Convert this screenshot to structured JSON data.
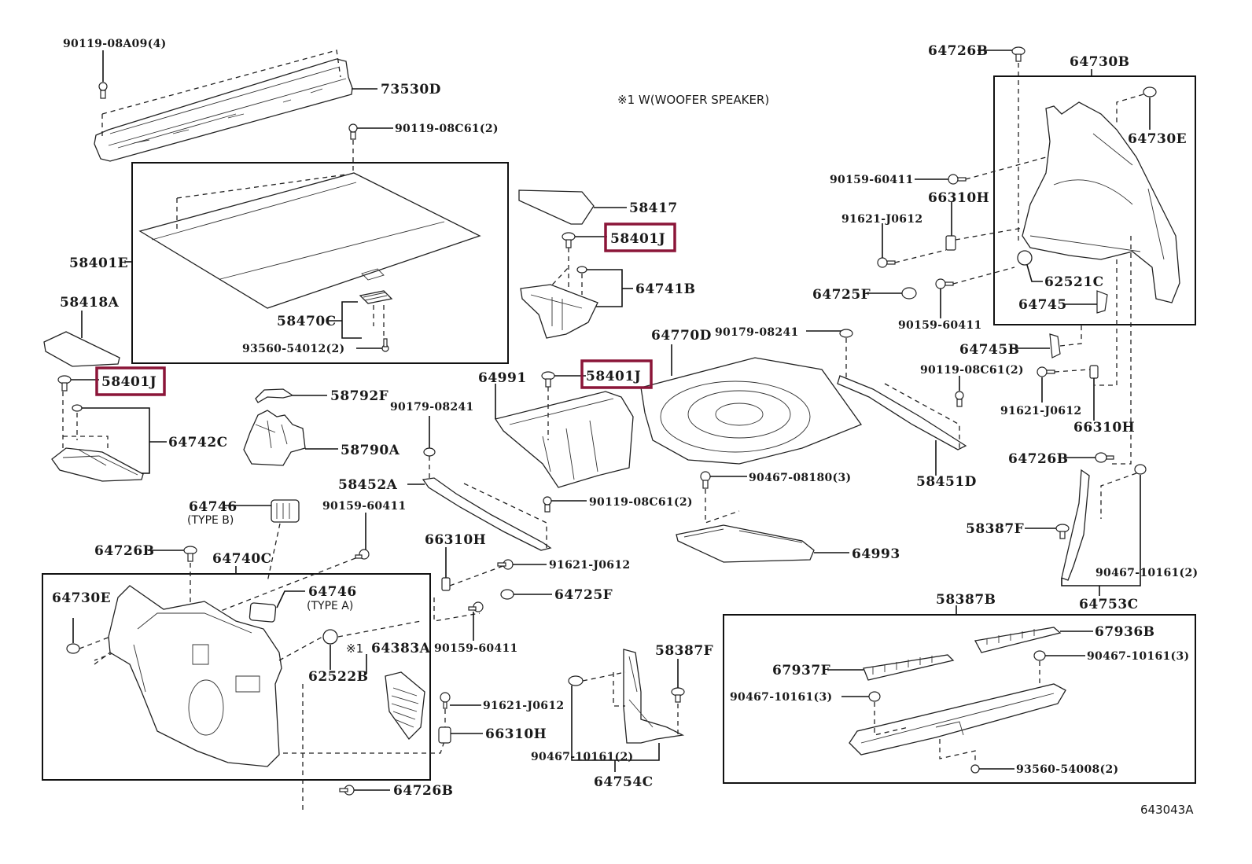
{
  "diagram": {
    "note": "※1 W(WOOFER SPEAKER)",
    "figure_id": "643043A",
    "highlight_color": "#8b1538",
    "labels": {
      "p90119_08A09": "90119-08A09(4)",
      "p73530D": "73530D",
      "p90119_08C61_top": "90119-08C61(2)",
      "p58401E": "58401E",
      "p58418A": "58418A",
      "p58401J_left": "58401J",
      "p58470C": "58470C",
      "p93560_54012": "93560-54012(2)",
      "p58417": "58417",
      "p58401J_mid": "58401J",
      "p64741B": "64741B",
      "p64742C": "64742C",
      "p58792F": "58792F",
      "p58790A": "58790A",
      "p64991": "64991",
      "p58401J_center": "58401J",
      "p90179_08241_left": "90179-08241",
      "p58452A": "58452A",
      "p90119_08C61_mid": "90119-08C61(2)",
      "p64770D": "64770D",
      "p90179_08241_right": "90179-08241",
      "p90467_08180": "90467-08180(3)",
      "p64993": "64993",
      "p64746_b": "64746",
      "p64746_b_type": "(TYPE B)",
      "p90159_60411_left": "90159-60411",
      "p64726B_left": "64726B",
      "p64740C": "64740C",
      "p64730E_left": "64730E",
      "p64746_a": "64746",
      "p64746_a_type": "(TYPE A)",
      "p62522B": "62522B",
      "p64383A_mark": "※1",
      "p64383A": "64383A",
      "p64726B_bottom": "64726B",
      "p66310H_mid": "66310H",
      "p91621_J0612_mid": "91621-J0612",
      "p64725F_mid": "64725F",
      "p90159_60411_mid": "90159-60411",
      "p91621_J0612_low": "91621-J0612",
      "p66310H_low": "66310H",
      "p90467_10161_mid": "90467-10161(2)",
      "p64754C": "64754C",
      "p58387F_mid": "58387F",
      "p64726B_top": "64726B",
      "p64730B": "64730B",
      "p64730E_right": "64730E",
      "p90159_60411_r1": "90159-60411",
      "p66310H_r1": "66310H",
      "p91621_J0612_r1": "91621-J0612",
      "p64725F_right": "64725F",
      "p90159_60411_r2": "90159-60411",
      "p62521C": "62521C",
      "p64745": "64745",
      "p64745B": "64745B",
      "p90119_08C61_right": "90119-08C61(2)",
      "p91621_J0612_r2": "91621-J0612",
      "p66310H_r2": "66310H",
      "p58451D": "58451D",
      "p64726B_right": "64726B",
      "p58387F_right": "58387F",
      "p90467_10161_right": "90467-10161(2)",
      "p64753C": "64753C",
      "p58387B": "58387B",
      "p67936B": "67936B",
      "p67937F": "67937F",
      "p90467_10161_3a": "90467-10161(3)",
      "p90467_10161_3b": "90467-10161(3)",
      "p93560_54008": "93560-54008(2)"
    }
  }
}
